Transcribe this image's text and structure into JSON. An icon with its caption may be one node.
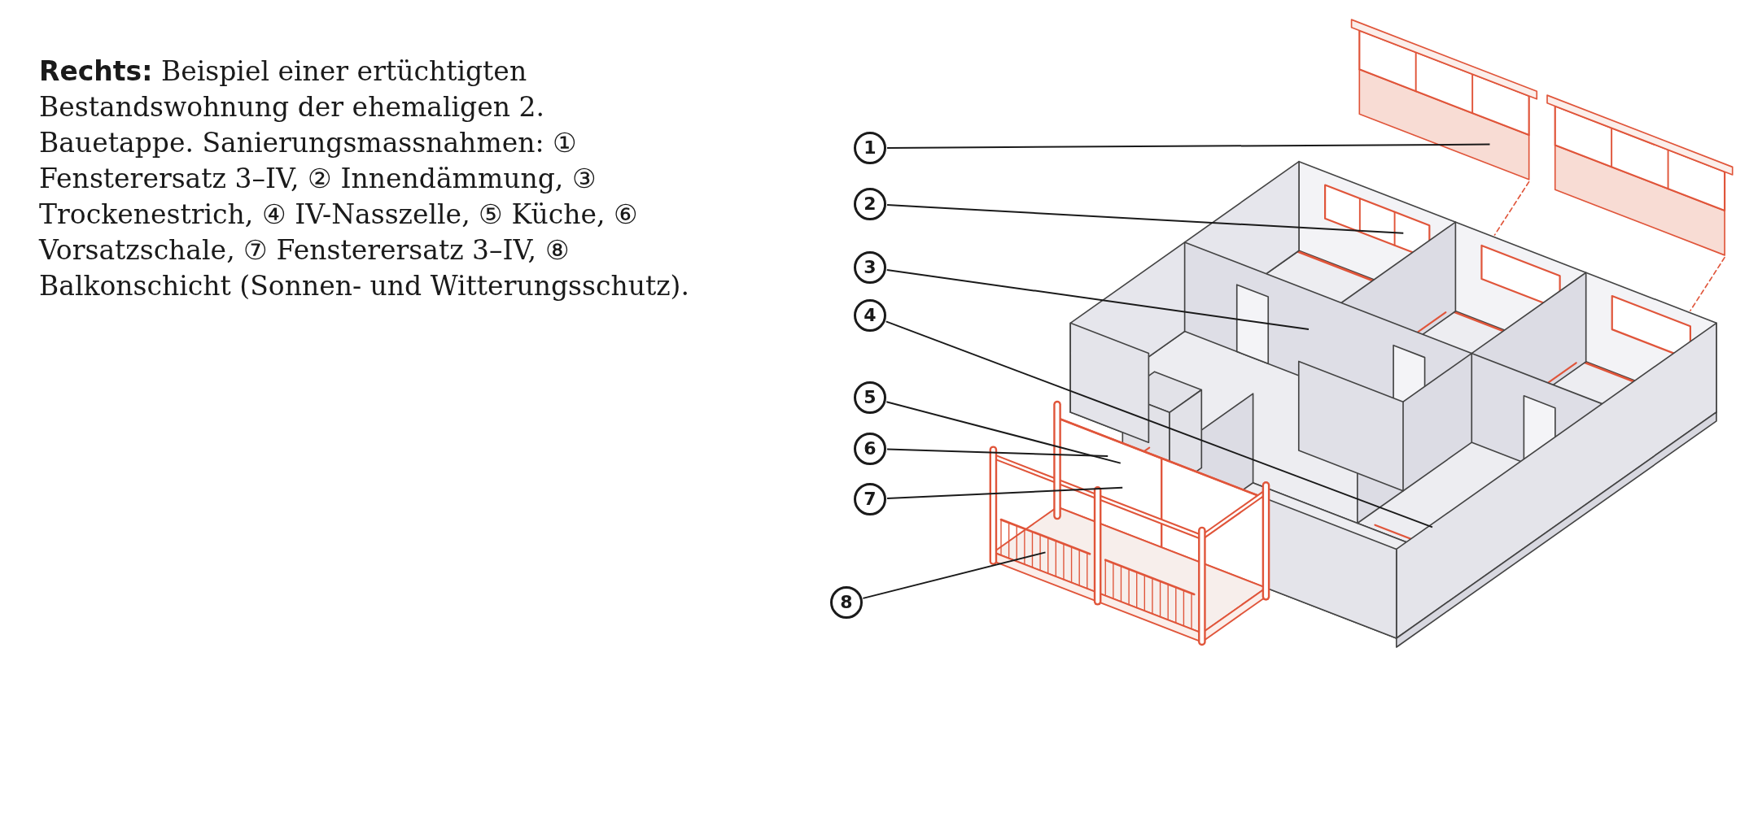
{
  "diagram": {
    "caption": "**Rechts:** Beispiel einer ertüchtigten Bestandswohnung der ehemaligen 2. Bauetappe. Sanierungsmassnahmen: ① Fensterersatz 3–IV, ② Innendämmung, ③ Trockenestrich, ④ IV-Nasszelle, ⑤ Küche, ⑥ Vorsatzschale, ⑦ Fensterersatz 3–IV, ⑧ Balkonschicht (Sonnen- und Witterungsschutz).",
    "nodes": [
      {
        "text": [
          "1"
        ]
      },
      {
        "text": [
          "2"
        ]
      },
      {
        "text": [
          "3"
        ]
      },
      {
        "text": [
          "4"
        ]
      },
      {
        "text": [
          "5"
        ]
      },
      {
        "text": [
          "6"
        ]
      },
      {
        "text": [
          "7"
        ]
      },
      {
        "text": [
          "8"
        ]
      }
    ],
    "edges": [
      {
        "from": 0,
        "to": null,
        "arrow": "none"
      },
      {
        "from": 1,
        "to": null,
        "arrow": "none"
      },
      {
        "from": 2,
        "to": null,
        "arrow": "none"
      },
      {
        "from": 3,
        "to": null,
        "arrow": "none"
      },
      {
        "from": 4,
        "to": null,
        "arrow": "none"
      },
      {
        "from": 5,
        "to": null,
        "arrow": "none"
      },
      {
        "from": 6,
        "to": null,
        "arrow": "none"
      },
      {
        "from": 7,
        "to": null,
        "arrow": "none"
      }
    ]
  }
}
